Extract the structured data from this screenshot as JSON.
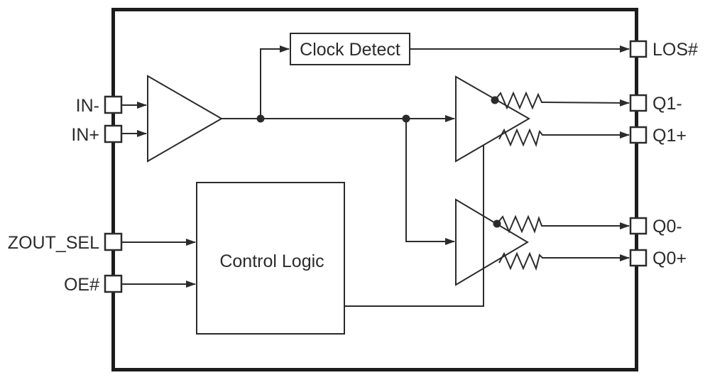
{
  "diagram": {
    "kind": "ic-functional-block-diagram",
    "blocks": {
      "clock_detect_label": "Clock Detect",
      "control_logic_label": "Control Logic"
    },
    "pins": {
      "left": [
        {
          "label": "IN-"
        },
        {
          "label": "IN+"
        },
        {
          "label": "ZOUT_SEL"
        },
        {
          "label": "OE#"
        }
      ],
      "right": [
        {
          "label": "LOS#"
        },
        {
          "label": "Q1-"
        },
        {
          "label": "Q1+"
        },
        {
          "label": "Q0-"
        },
        {
          "label": "Q0+"
        }
      ]
    },
    "colors": {
      "line": "#2b2b2b",
      "chip_border": "#1c1c1c",
      "background": "#ffffff"
    }
  }
}
